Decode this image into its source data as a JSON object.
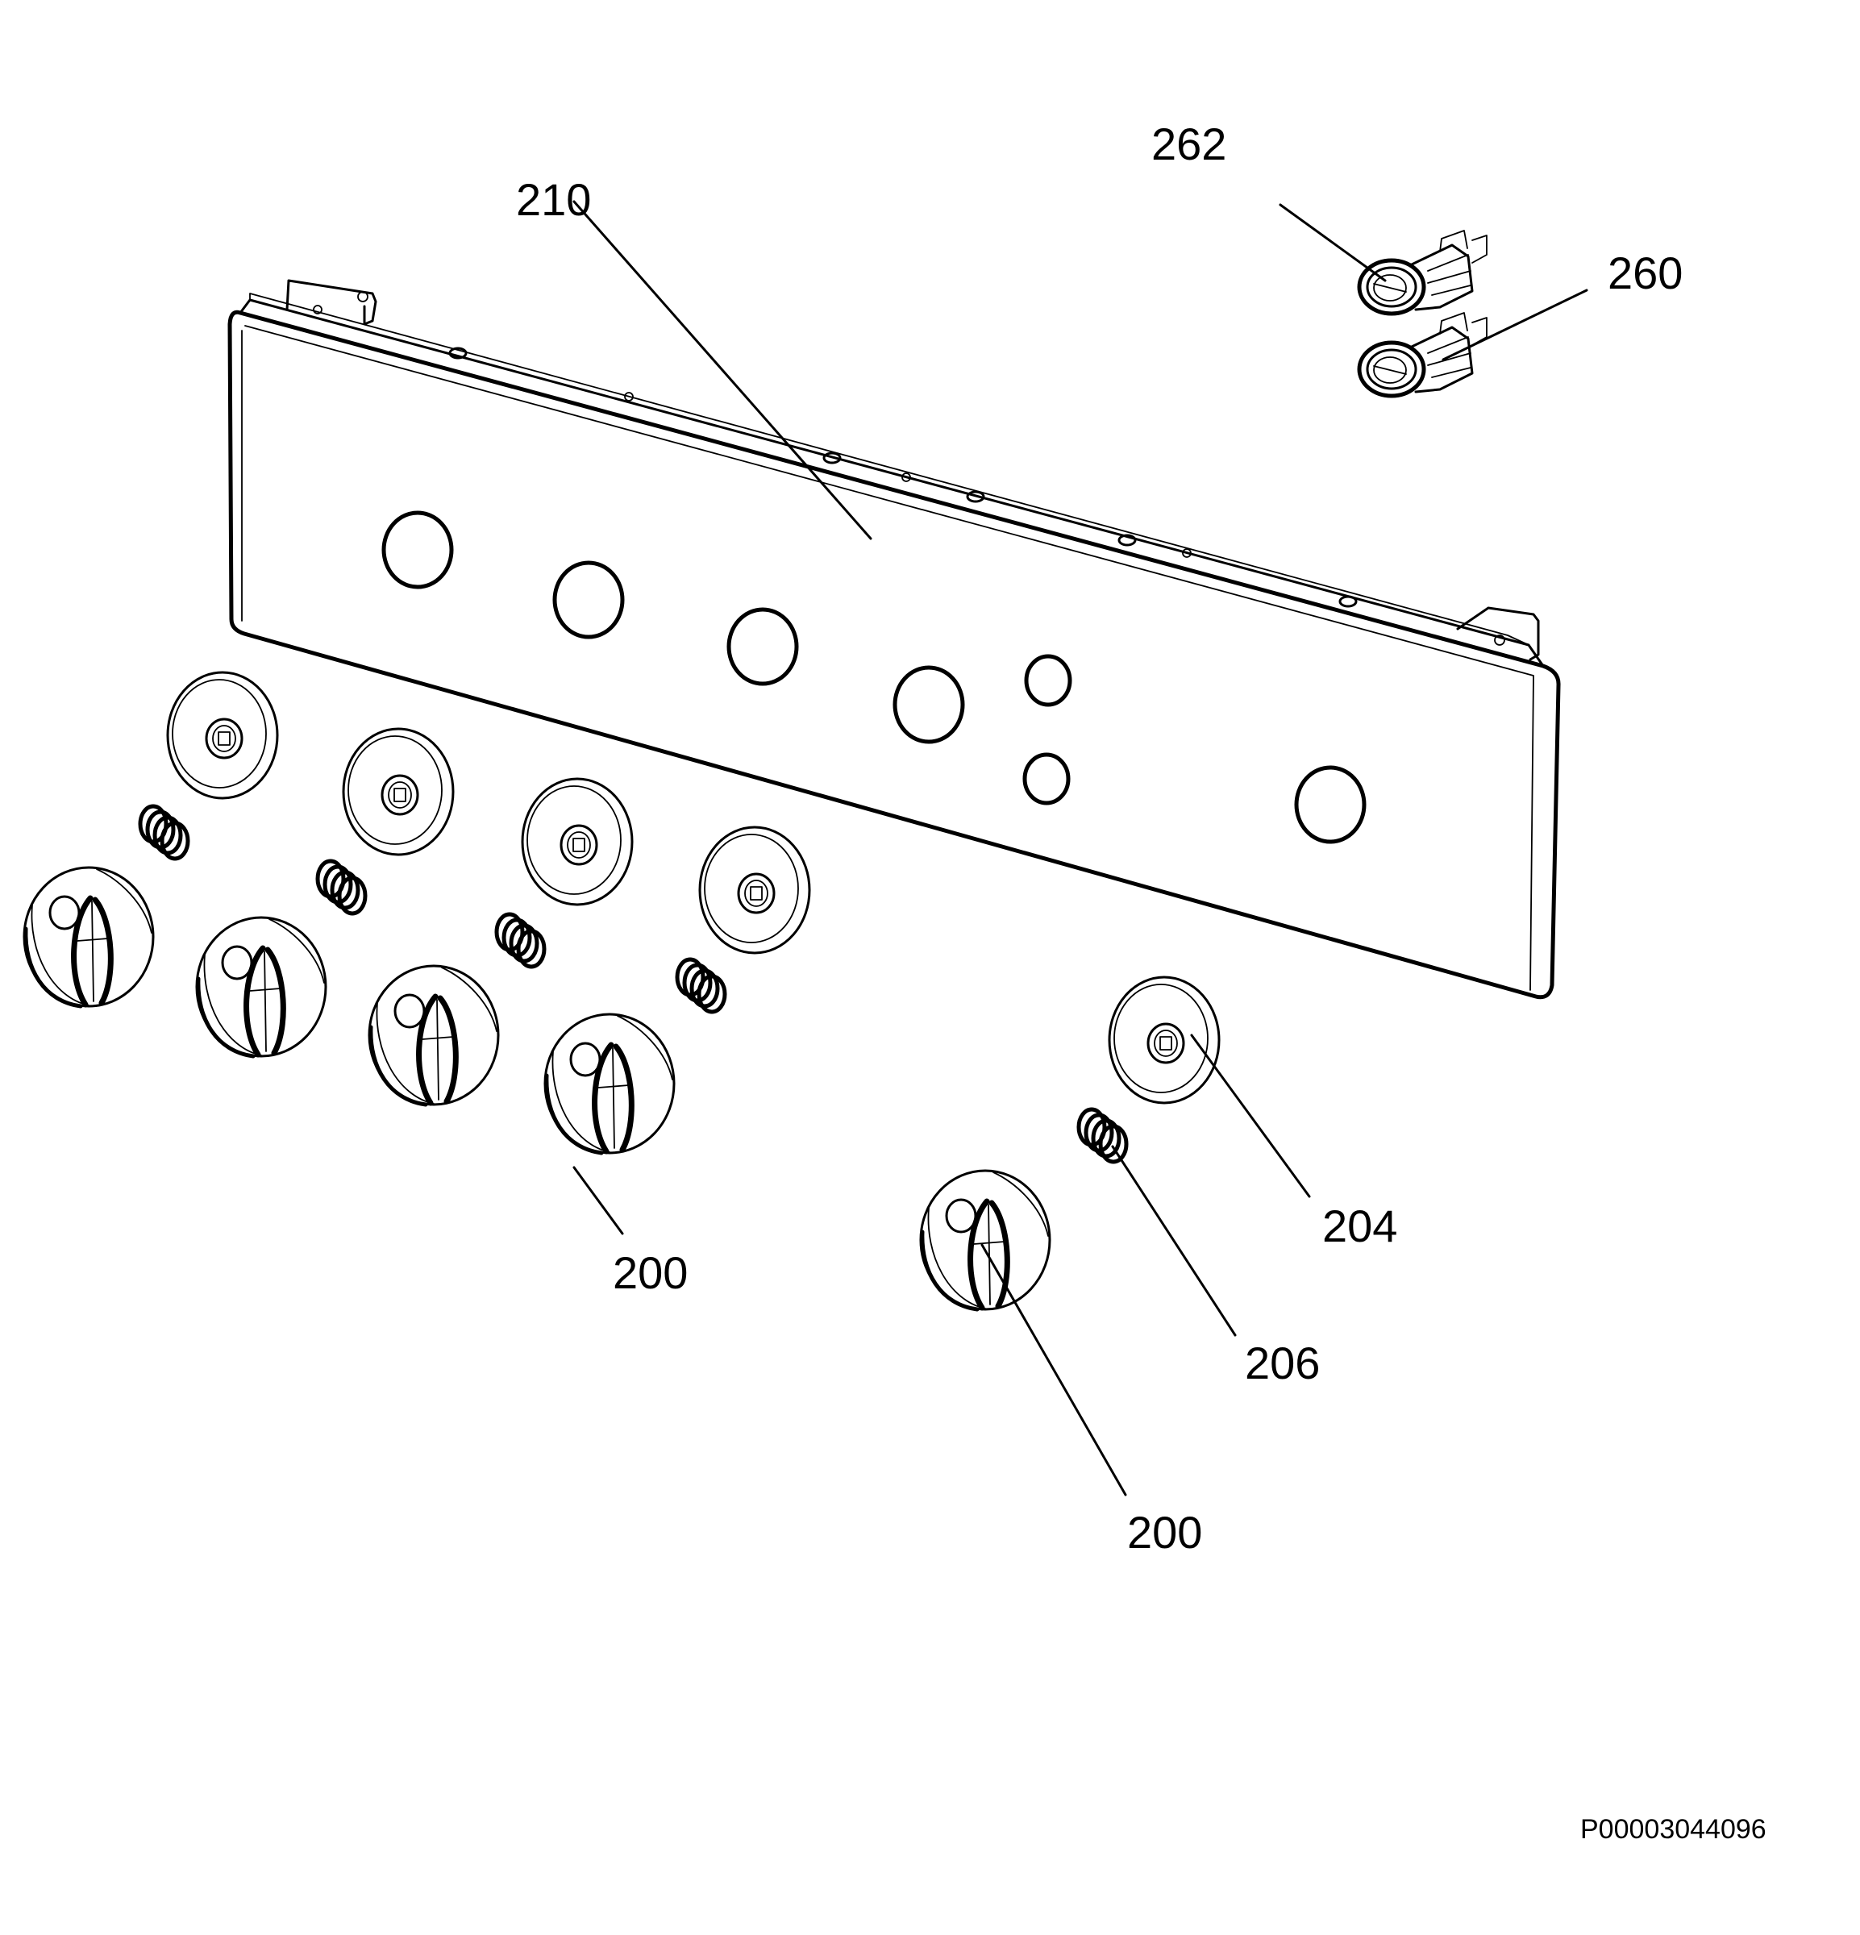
{
  "callouts": {
    "c210": "210",
    "c262": "262",
    "c260": "260",
    "c204": "204",
    "c206": "206",
    "c200a": "200",
    "c200b": "200"
  },
  "document_id": "P00003044096",
  "parts": [
    {
      "ref": "210",
      "name": "control-panel"
    },
    {
      "ref": "262",
      "name": "indicator-lamp"
    },
    {
      "ref": "260",
      "name": "indicator-lamp"
    },
    {
      "ref": "204",
      "name": "knob-bezel"
    },
    {
      "ref": "206",
      "name": "spring"
    },
    {
      "ref": "200",
      "name": "control-knob"
    }
  ],
  "colors": {
    "ink": "#000000",
    "background": "#ffffff"
  }
}
